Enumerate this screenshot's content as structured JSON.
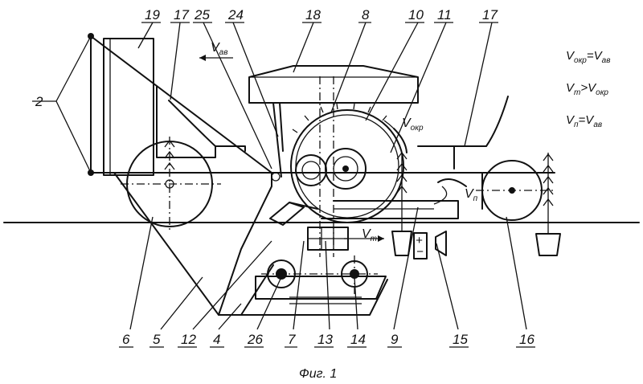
{
  "caption": "Фиг. 1",
  "labels": {
    "l2": "2",
    "l4": "4",
    "l5": "5",
    "l6": "6",
    "l7": "7",
    "l8": "8",
    "l9": "9",
    "l10": "10",
    "l11": "11",
    "l12": "12",
    "l13": "13",
    "l14": "14",
    "l15": "15",
    "l16": "16",
    "l17a": "17",
    "l17b": "17",
    "l18": "18",
    "l19": "19",
    "l24": "24",
    "l25": "25",
    "l26": "26"
  },
  "velocities": {
    "v_main": "V",
    "v_main_sub": "ав",
    "v_ring": "V",
    "v_ring_sub": "окр",
    "v_t": "V",
    "v_t_sub": "т",
    "v_p": "V",
    "v_p_sub": "п"
  },
  "equations": [
    {
      "lhs": "V",
      "lhs_sub": "окр",
      "op": "=",
      "rhs": "V",
      "rhs_sub": "ав"
    },
    {
      "lhs": "V",
      "lhs_sub": "т",
      "op": ">",
      "rhs": "V",
      "rhs_sub": "окр"
    },
    {
      "lhs": "V",
      "lhs_sub": "п",
      "op": "=",
      "rhs": "V",
      "rhs_sub": "ав"
    }
  ],
  "signs": {
    "plus": "+",
    "minus": "−"
  }
}
